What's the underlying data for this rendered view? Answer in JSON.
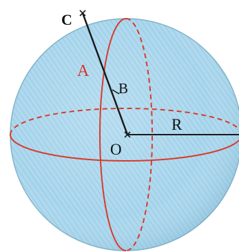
{
  "labels": {
    "point_c": "C",
    "point_a": "A",
    "point_b": "B",
    "center": "O",
    "radius": "R"
  },
  "colors": {
    "sphere_fill": "#a9d6ec",
    "sphere_edge": "#7fb2c8",
    "circle_line": "#d83a2a",
    "segment_line": "#1a1a1a",
    "label_text": "#111111",
    "label_a": "#d8342a"
  }
}
